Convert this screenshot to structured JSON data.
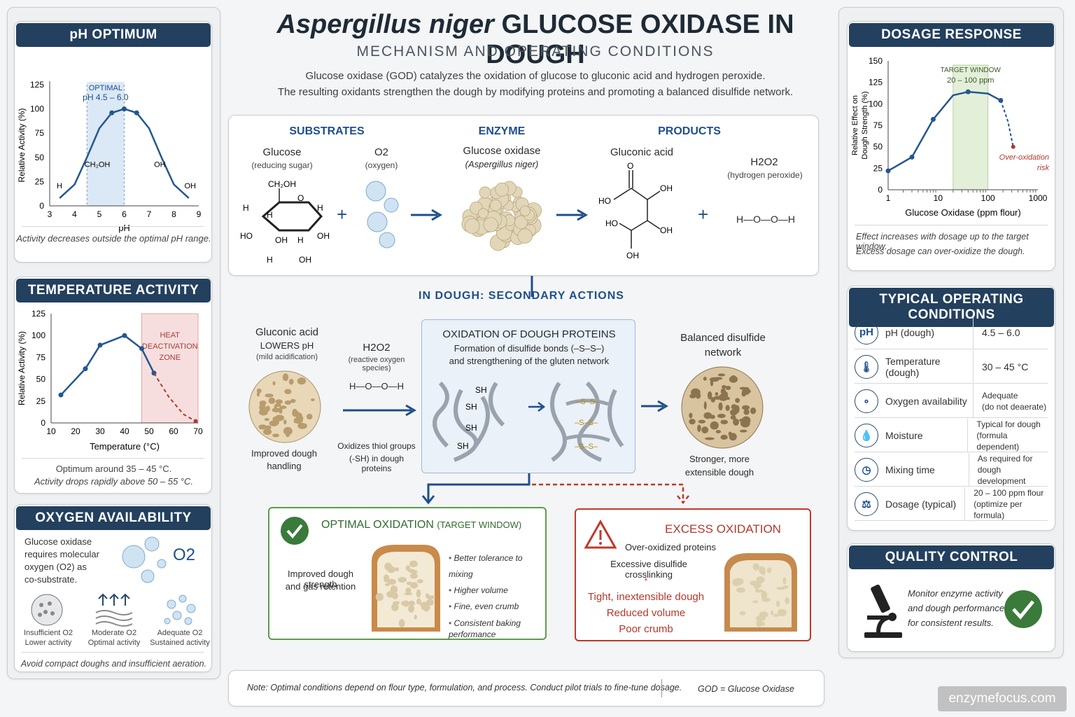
{
  "title": {
    "species": "Aspergillus niger",
    "rest": "GLUCOSE OXIDASE IN DOUGH"
  },
  "subtitle": "MECHANISM AND OPERATING CONDITIONS",
  "intro": [
    "Glucose oxidase (GOD) catalyzes the oxidation of glucose to gluconic acid and hydrogen peroxide.",
    "The resulting oxidants strengthen the dough by modifying proteins and promoting a balanced disulfide network."
  ],
  "ph_panel": {
    "header": "pH OPTIMUM",
    "ylabel": "Relative Activity (%)",
    "xlabel": "pH",
    "optimal_label": "OPTIMAL",
    "optimal_range": "pH 4.5 – 6.0",
    "yticks": [
      "0",
      "25",
      "50",
      "75",
      "100",
      "125"
    ],
    "xticks": [
      "3",
      "4",
      "5",
      "6",
      "7",
      "8",
      "9"
    ],
    "annotations": {
      "left_h": "H",
      "ch2oh": "CH2OH",
      "oh_mid": "OH",
      "oh_right": "OH"
    },
    "caption": "Activity decreases outside the optimal pH range.",
    "chart_data": {
      "type": "line",
      "x": [
        3.4,
        4.0,
        4.5,
        5.0,
        5.5,
        6.0,
        6.5,
        7.0,
        7.5,
        8.0,
        8.6
      ],
      "y": [
        8,
        22,
        50,
        80,
        96,
        100,
        96,
        80,
        50,
        22,
        8
      ],
      "xlim": [
        3,
        9
      ],
      "ylim": [
        0,
        125
      ],
      "highlight_range": [
        4.5,
        6.0
      ]
    }
  },
  "temp_panel": {
    "header": "TEMPERATURE ACTIVITY",
    "ylabel": "Relative Activity (%)",
    "xlabel": "Temperature (°C)",
    "yticks": [
      "0",
      "25",
      "50",
      "75",
      "100",
      "125"
    ],
    "xticks": [
      "10",
      "20",
      "30",
      "40",
      "50",
      "60",
      "70"
    ],
    "zone_label": [
      "HEAT",
      "DEACTIVATION",
      "ZONE"
    ],
    "caption1": "Optimum around 35 – 45 °C.",
    "caption2": "Activity drops rapidly above 50 – 55 °C.",
    "chart_data": {
      "type": "line",
      "x": [
        14,
        24,
        30,
        40,
        47,
        52
      ],
      "y": [
        32,
        62,
        89,
        100,
        85,
        57
      ],
      "dashed_x": [
        52,
        58,
        64,
        69
      ],
      "dashed_y": [
        57,
        30,
        10,
        2
      ],
      "xlim": [
        10,
        70
      ],
      "ylim": [
        0,
        125
      ],
      "zone_range": [
        47,
        70
      ]
    }
  },
  "oxygen_panel": {
    "header": "OXYGEN AVAILABILITY",
    "text": [
      "Glucose oxidase",
      "requires molecular",
      "oxygen (O2) as",
      "co-substrate."
    ],
    "o2": "O2",
    "items": [
      {
        "label": "Insufficient O2",
        "sub": "Lower activity"
      },
      {
        "label": "Moderate O2",
        "sub": "Optimal activity"
      },
      {
        "label": "Adequate O2",
        "sub": "Sustained activity"
      }
    ],
    "caption": "Avoid compact doughs and insufficient aeration."
  },
  "reaction": {
    "substrates_label": "SUBSTRATES",
    "enzyme_label": "ENZYME",
    "products_label": "PRODUCTS",
    "glucose": {
      "name": "Glucose",
      "sub": "(reducing sugar)"
    },
    "o2": {
      "name": "O2",
      "sub": "(oxygen)"
    },
    "enzyme": {
      "name": "Glucose oxidase",
      "sub": "(Aspergillus niger)"
    },
    "gluconic": {
      "name": "Gluconic acid"
    },
    "h2o2": {
      "name": "H2O2",
      "sub": "(hydrogen peroxide)",
      "structure": "H—O—O—H"
    },
    "plus": "+"
  },
  "secondary": {
    "header": "IN DOUGH: SECONDARY ACTIONS",
    "gluconic": {
      "name": "Gluconic acid",
      "line2": "LOWERS pH",
      "line3": "(mild acidification)",
      "caption": [
        "Improved dough",
        "handling"
      ]
    },
    "h2o2": {
      "name": "H2O2",
      "sub": "(reactive oxygen species)",
      "structure": "H—O—O—H",
      "caption": [
        "Oxidizes thiol groups",
        "(-SH) in dough proteins"
      ]
    },
    "oxidation": {
      "title": "OXIDATION OF DOUGH PROTEINS",
      "line1": "Formation of disulfide bonds (–S–S–)",
      "line2": "and strengthening of the gluten network"
    },
    "network": {
      "title": [
        "Balanced disulfide",
        "network"
      ],
      "caption": [
        "Stronger, more",
        "extensible dough"
      ]
    }
  },
  "optimal": {
    "title": "OPTIMAL OXIDATION",
    "title_note": "(TARGET WINDOW)",
    "left": [
      "Improved dough strength",
      "and gas retention"
    ],
    "bullets": [
      "Better tolerance to mixing",
      "Higher volume",
      "Fine, even crumb",
      "Consistent baking performance"
    ]
  },
  "excess": {
    "title": "EXCESS OXIDATION",
    "line1": "Over-oxidized proteins",
    "line2": "Excessive disulfide crosslinking",
    "results": [
      "Tight, inextensible dough",
      "Reduced volume",
      "Poor crumb"
    ]
  },
  "note": {
    "text": "Note: Optimal conditions depend on flour type, formulation, and process. Conduct pilot trials to fine-tune dosage.",
    "abbr": "GOD = Glucose Oxidase"
  },
  "dosage_panel": {
    "header": "DOSAGE RESPONSE",
    "ylabel": [
      "Relative Effect on",
      "Dough Strength (%)"
    ],
    "xlabel": "Glucose Oxidase (ppm flour)",
    "yticks": [
      "0",
      "25",
      "50",
      "75",
      "100",
      "125",
      "150"
    ],
    "xticks": [
      "1",
      "10",
      "100",
      "1000"
    ],
    "target_label": "TARGET WINDOW",
    "target_range": "20 – 100 ppm",
    "risk_label": [
      "Over-oxidation",
      "risk"
    ],
    "caption1": "Effect increases with dosage up to the target window.",
    "caption2": "Excess dosage can over-oxidize the dough.",
    "chart_data": {
      "type": "line",
      "x": [
        1,
        3,
        8,
        20,
        40,
        100,
        180
      ],
      "y": [
        22,
        38,
        82,
        110,
        114,
        112,
        104
      ],
      "dashed_x": [
        180,
        250,
        320
      ],
      "dashed_y": [
        104,
        80,
        50
      ],
      "xscale": "log",
      "xlim": [
        1,
        1000
      ],
      "ylim": [
        0,
        150
      ],
      "target_range": [
        20,
        100
      ]
    }
  },
  "conditions": {
    "header": "TYPICAL OPERATING CONDITIONS",
    "rows": [
      {
        "icon": "ph-icon",
        "symbol": "pH",
        "label": "pH  (dough)",
        "value": [
          "4.5 – 6.0"
        ]
      },
      {
        "icon": "thermometer-icon",
        "symbol": "🌡",
        "label": "Temperature (dough)",
        "value": [
          "30 – 45 °C"
        ]
      },
      {
        "icon": "bubbles-icon",
        "symbol": "∘",
        "label": "Oxygen availability",
        "value": [
          "Adequate",
          "(do not deaerate)"
        ]
      },
      {
        "icon": "water-drop-icon",
        "symbol": "💧",
        "label": "Moisture",
        "value": [
          "Typical for dough",
          "(formula dependent)"
        ]
      },
      {
        "icon": "clock-icon",
        "symbol": "◷",
        "label": "Mixing time",
        "value": [
          "As required for",
          "dough development"
        ]
      },
      {
        "icon": "scale-icon",
        "symbol": "⚖",
        "label": "Dosage (typical)",
        "value": [
          "20 – 100 ppm flour",
          "(optimize per formula)"
        ]
      }
    ]
  },
  "qc": {
    "header": "QUALITY CONTROL",
    "text": [
      "Monitor enzyme activity",
      "and dough performance",
      "for consistent results."
    ]
  },
  "watermark": "enzymefocus.com",
  "colors": {
    "navy": "#23405e",
    "blue": "#1f4e8c",
    "green": "#3a7a3a",
    "red": "#c0392b",
    "highlight": "#dbe8f5"
  }
}
